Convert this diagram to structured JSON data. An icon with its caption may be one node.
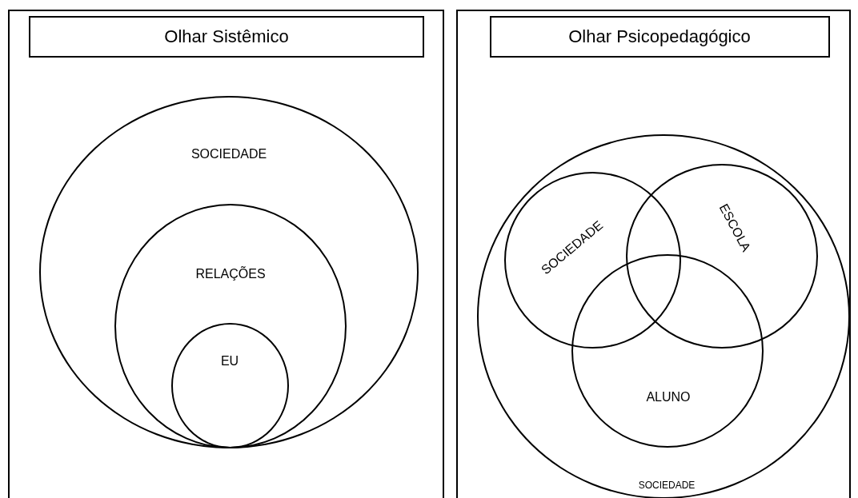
{
  "diagram": {
    "nodes": [
      {
        "text": [],
        "shape": "box"
      },
      {
        "text": [
          "Olhar Sistêmico"
        ],
        "in": 0
      },
      {
        "text": [
          "SOCIEDADE"
        ],
        "in": 0
      },
      {
        "text": [
          "RELAÇÕES"
        ],
        "in": 2
      },
      {
        "text": [
          "EU"
        ],
        "in": 3
      },
      {
        "text": [],
        "shape": "box"
      },
      {
        "text": [
          "Olhar Psicopedagógico"
        ],
        "in": 5
      },
      {
        "text": [
          "SOCIEDADE"
        ],
        "in": 5
      },
      {
        "text": [
          "SOCIEDADE"
        ],
        "in": 7
      },
      {
        "text": [
          "ESCOLA"
        ],
        "in": 7
      },
      {
        "text": [
          "ALUNO"
        ],
        "in": 7
      }
    ],
    "edges": []
  }
}
